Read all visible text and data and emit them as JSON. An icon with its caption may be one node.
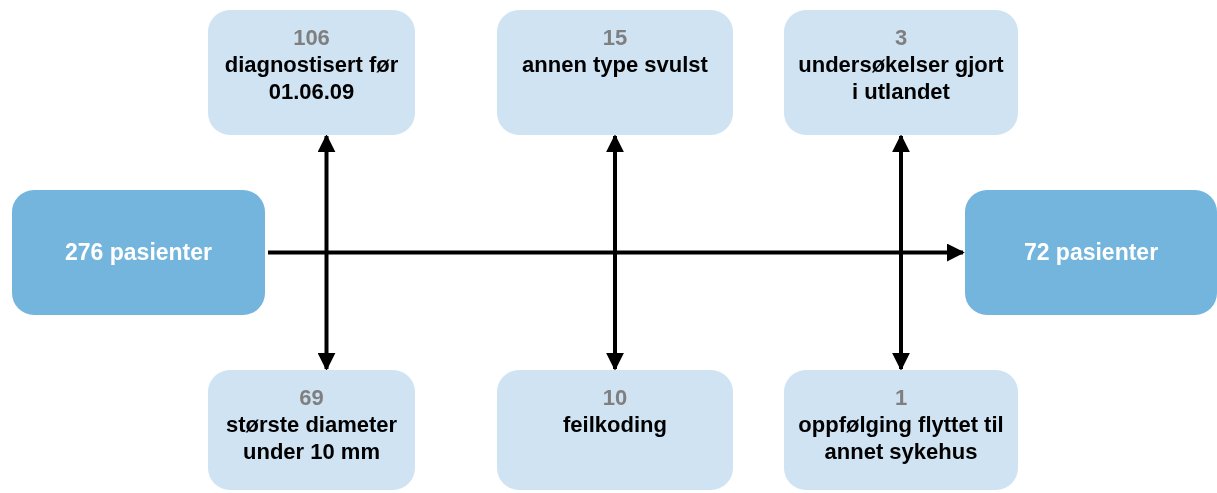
{
  "diagram": {
    "nodes": [
      {
        "text": [
          "106",
          "diagnostisert før 01.06.09"
        ]
      },
      {
        "text": [
          "15",
          "annen type svulst"
        ]
      },
      {
        "text": [
          "3",
          "undersøkelser gjort i utlandet"
        ]
      },
      {
        "text": [
          "276 pasienter"
        ]
      },
      {
        "text": [
          "72 pasienter"
        ]
      },
      {
        "text": [
          "69",
          "største diameter under 10 mm"
        ]
      },
      {
        "text": [
          "10",
          "feilkoding"
        ]
      },
      {
        "text": [
          "1",
          "oppfølging flyttet til annet sykehus"
        ]
      }
    ],
    "edges": [
      {
        "from": 3,
        "to": 4,
        "arrow": "to"
      },
      {
        "from": 0,
        "to": 5,
        "arrow": "both"
      },
      {
        "from": 1,
        "to": 6,
        "arrow": "both"
      },
      {
        "from": 2,
        "to": 7,
        "arrow": "both"
      }
    ]
  }
}
